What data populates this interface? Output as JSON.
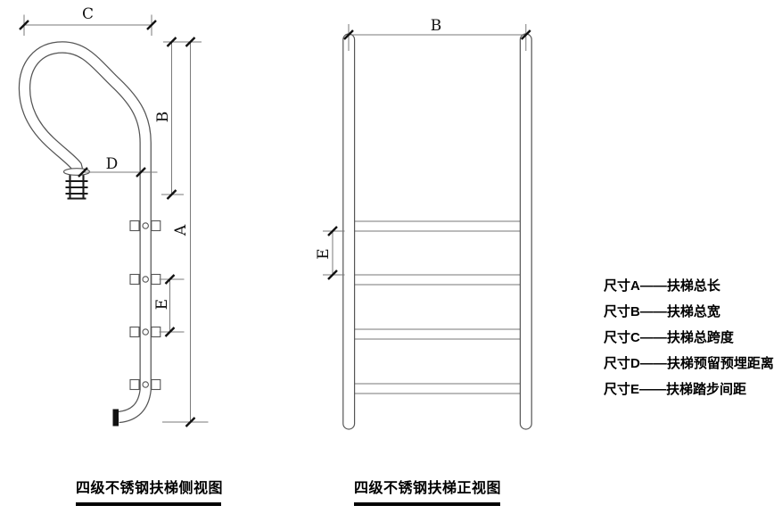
{
  "side_view": {
    "caption": "四级不锈钢扶梯侧视图",
    "dims": {
      "a": "A",
      "b": "B",
      "c": "C",
      "d": "D",
      "e": "E"
    }
  },
  "front_view": {
    "caption": "四级不锈钢扶梯正视图",
    "dims": {
      "b": "B",
      "e": "E"
    }
  },
  "legend": {
    "items": [
      "尺寸A——扶梯总长",
      "尺寸B——扶梯总宽",
      "尺寸C——扶梯总跨度",
      "尺寸D——扶梯预留预埋距离",
      "尺寸E——扶梯踏步间距"
    ]
  },
  "colors": {
    "outline": "#555555",
    "dimension_line": "#7a7a7a",
    "arrow_tick": "#111111",
    "text": "#000000",
    "caption_rule": "#000000"
  }
}
